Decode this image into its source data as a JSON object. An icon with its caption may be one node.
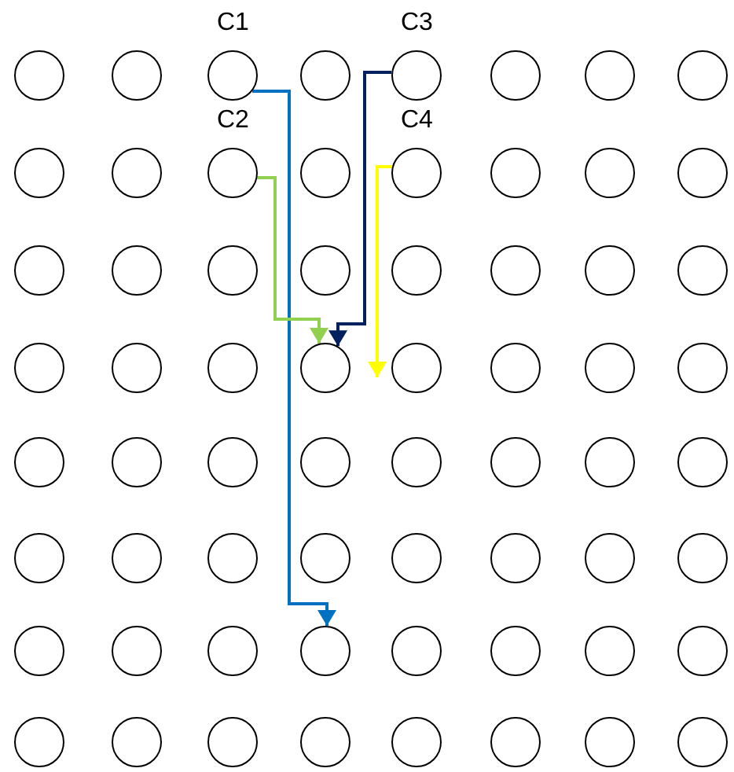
{
  "diagram": {
    "nodes": [
      {
        "text": [],
        "shape": "circle"
      },
      {
        "text": [],
        "shape": "circle"
      },
      {
        "text": [],
        "shape": "circle",
        "beside": [
          "C1"
        ]
      },
      {
        "text": [],
        "shape": "circle"
      },
      {
        "text": [],
        "shape": "circle",
        "beside": [
          "C3"
        ]
      },
      {
        "text": [],
        "shape": "circle"
      },
      {
        "text": [],
        "shape": "circle"
      },
      {
        "text": [],
        "shape": "circle"
      },
      {
        "text": [],
        "shape": "circle"
      },
      {
        "text": [],
        "shape": "circle"
      },
      {
        "text": [],
        "shape": "circle",
        "beside": [
          "C2"
        ]
      },
      {
        "text": [],
        "shape": "circle"
      },
      {
        "text": [],
        "shape": "circle",
        "beside": [
          "C4"
        ]
      },
      {
        "text": [],
        "shape": "circle"
      },
      {
        "text": [],
        "shape": "circle"
      },
      {
        "text": [],
        "shape": "circle"
      },
      {
        "text": [],
        "shape": "circle"
      },
      {
        "text": [],
        "shape": "circle"
      },
      {
        "text": [],
        "shape": "circle"
      },
      {
        "text": [],
        "shape": "circle"
      },
      {
        "text": [],
        "shape": "circle"
      },
      {
        "text": [],
        "shape": "circle"
      },
      {
        "text": [],
        "shape": "circle"
      },
      {
        "text": [],
        "shape": "circle"
      },
      {
        "text": [],
        "shape": "circle"
      },
      {
        "text": [],
        "shape": "circle"
      },
      {
        "text": [],
        "shape": "circle"
      },
      {
        "text": [],
        "shape": "circle"
      },
      {
        "text": [],
        "shape": "circle"
      },
      {
        "text": [],
        "shape": "circle"
      },
      {
        "text": [],
        "shape": "circle"
      },
      {
        "text": [],
        "shape": "circle"
      },
      {
        "text": [],
        "shape": "circle"
      },
      {
        "text": [],
        "shape": "circle"
      },
      {
        "text": [],
        "shape": "circle"
      },
      {
        "text": [],
        "shape": "circle"
      },
      {
        "text": [],
        "shape": "circle"
      },
      {
        "text": [],
        "shape": "circle"
      },
      {
        "text": [],
        "shape": "circle"
      },
      {
        "text": [],
        "shape": "circle"
      },
      {
        "text": [],
        "shape": "circle"
      },
      {
        "text": [],
        "shape": "circle"
      },
      {
        "text": [],
        "shape": "circle"
      },
      {
        "text": [],
        "shape": "circle"
      },
      {
        "text": [],
        "shape": "circle"
      },
      {
        "text": [],
        "shape": "circle"
      },
      {
        "text": [],
        "shape": "circle"
      },
      {
        "text": [],
        "shape": "circle"
      },
      {
        "text": [],
        "shape": "circle"
      },
      {
        "text": [],
        "shape": "circle"
      },
      {
        "text": [],
        "shape": "circle"
      },
      {
        "text": [],
        "shape": "circle"
      },
      {
        "text": [],
        "shape": "circle"
      },
      {
        "text": [],
        "shape": "circle"
      },
      {
        "text": [],
        "shape": "circle"
      },
      {
        "text": [],
        "shape": "circle"
      },
      {
        "text": [],
        "shape": "circle"
      },
      {
        "text": [],
        "shape": "circle"
      },
      {
        "text": [],
        "shape": "circle"
      },
      {
        "text": [],
        "shape": "circle"
      },
      {
        "text": [],
        "shape": "circle"
      },
      {
        "text": [],
        "shape": "circle"
      },
      {
        "text": [],
        "shape": "circle"
      },
      {
        "text": [],
        "shape": "circle"
      }
    ],
    "edges": [
      {
        "from": 2,
        "to": 51,
        "arrow": "to",
        "color": "#0070c0"
      },
      {
        "from": 10,
        "to": 27,
        "arrow": "to",
        "color": "#92d050"
      },
      {
        "from": 4,
        "to": 27,
        "arrow": "to",
        "color": "#002060"
      },
      {
        "from": 12,
        "to": 27,
        "arrow": "to",
        "color": "#ffff00"
      }
    ]
  }
}
